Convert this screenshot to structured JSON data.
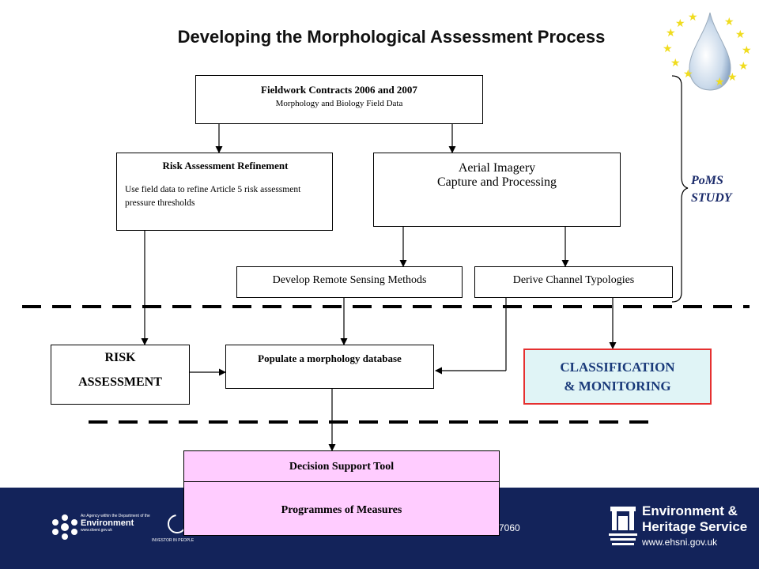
{
  "title": "Developing the Morphological Assessment Process",
  "nodes": {
    "fieldwork": {
      "title": "Fieldwork Contracts 2006 and 2007",
      "subtitle": "Morphology and Biology Field Data"
    },
    "risk_refine": {
      "title": "Risk Assessment Refinement",
      "body": "Use field data to refine Article 5 risk assessment pressure thresholds"
    },
    "aerial": {
      "line1": "Aerial Imagery",
      "line2": "Capture and Processing"
    },
    "remote_sensing": {
      "label": "Develop Remote Sensing Methods"
    },
    "channel_typologies": {
      "label": "Derive Channel Typologies"
    },
    "risk_assessment": {
      "line1": "RISK",
      "line2": "ASSESSMENT"
    },
    "populate_db": {
      "label": "Populate a morphology database"
    },
    "classification": {
      "line1": "CLASSIFICATION",
      "line2": "& MONITORING"
    },
    "decision_support": {
      "label": "Decision Support Tool"
    },
    "programmes": {
      "label": "Programmes of Measures"
    }
  },
  "poms": {
    "line1": "PoMS",
    "line2": "STUDY"
  },
  "footer": {
    "number_fragment": "7060",
    "ehs_name_line1": "Environment &",
    "ehs_name_line2": "Heritage Service",
    "ehs_url": "www.ehsni.gov.uk",
    "doe_line1": "An Agency within the Department of the",
    "doe_name": "Environment",
    "doe_url": "www.doeni.gov.uk",
    "iip_label": "INVESTOR IN PEOPLE"
  },
  "colors": {
    "footer_bg": "#13235a",
    "classification_fill": "#e0f4f6",
    "classification_border": "#e53030",
    "decision_fill": "#ffccff",
    "classification_text": "#1a3a7a",
    "poms_text": "#1a2a6a",
    "stars": "#f0dc1e"
  }
}
